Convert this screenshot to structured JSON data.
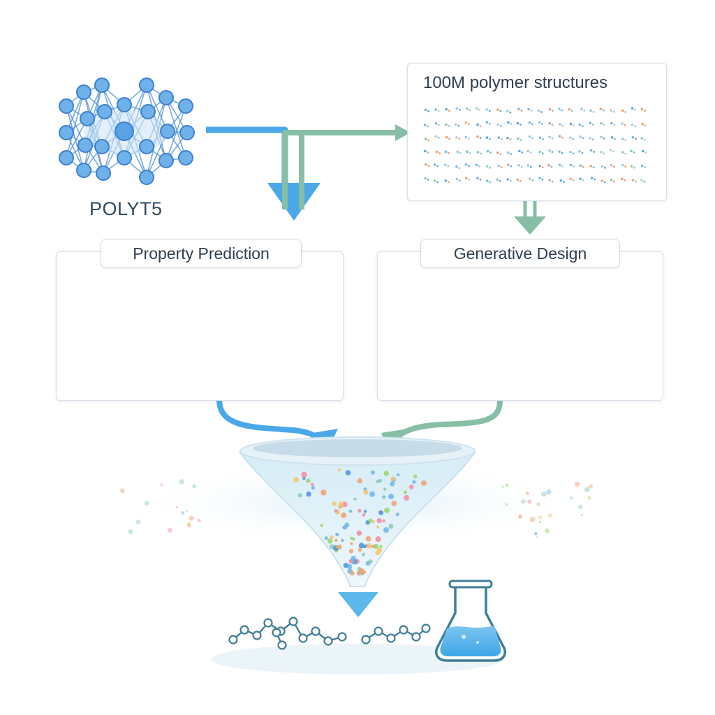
{
  "model": {
    "name": "POLYT5"
  },
  "dataset": {
    "title": "100M polymer structures"
  },
  "property_prediction": {
    "title": "Property Prediction"
  },
  "generative_design": {
    "title": "Generative Design"
  },
  "colors": {
    "blue": "#4aa8e8",
    "teal": "#86bfa6",
    "node": "#6fb2ea",
    "mol": "#3f7e96",
    "orange": "#f08a4b"
  },
  "icons": [
    "neural-network-icon",
    "thermometer-icon",
    "lightning-icon",
    "chart-icon",
    "gear-icon",
    "shield-icon",
    "funnel-icon",
    "molecule-icon",
    "flask-icon"
  ]
}
